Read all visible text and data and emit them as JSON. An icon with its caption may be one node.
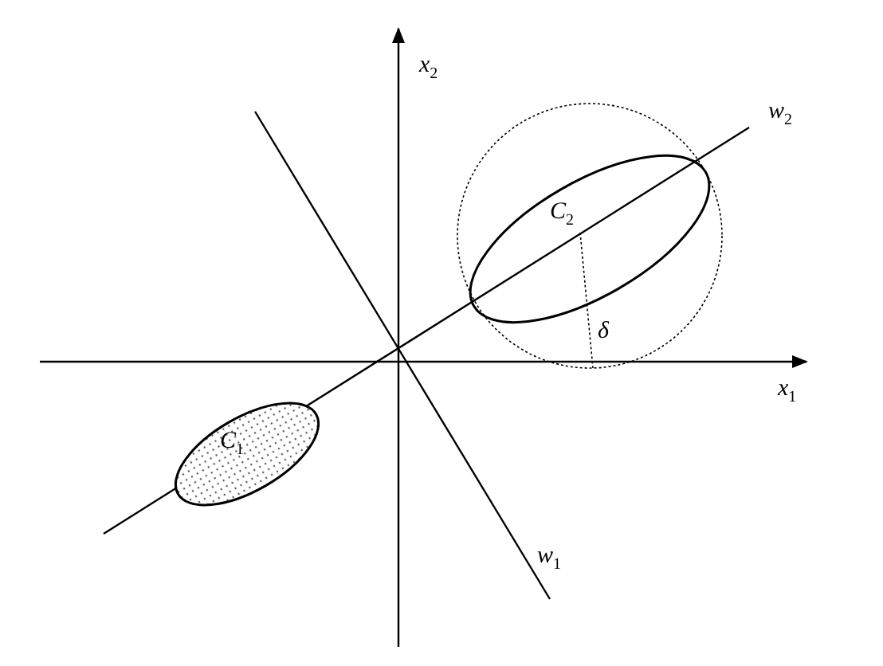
{
  "diagram": {
    "nodes": [
      {
        "text": [
          "C$_{1}$"
        ]
      },
      {
        "text": [
          "C$_{2}$"
        ]
      }
    ],
    "labels": [
      "x$_{2}$",
      "w$_{2}$",
      "δ",
      "x$_{1}$",
      "w$_{1}$"
    ]
  }
}
